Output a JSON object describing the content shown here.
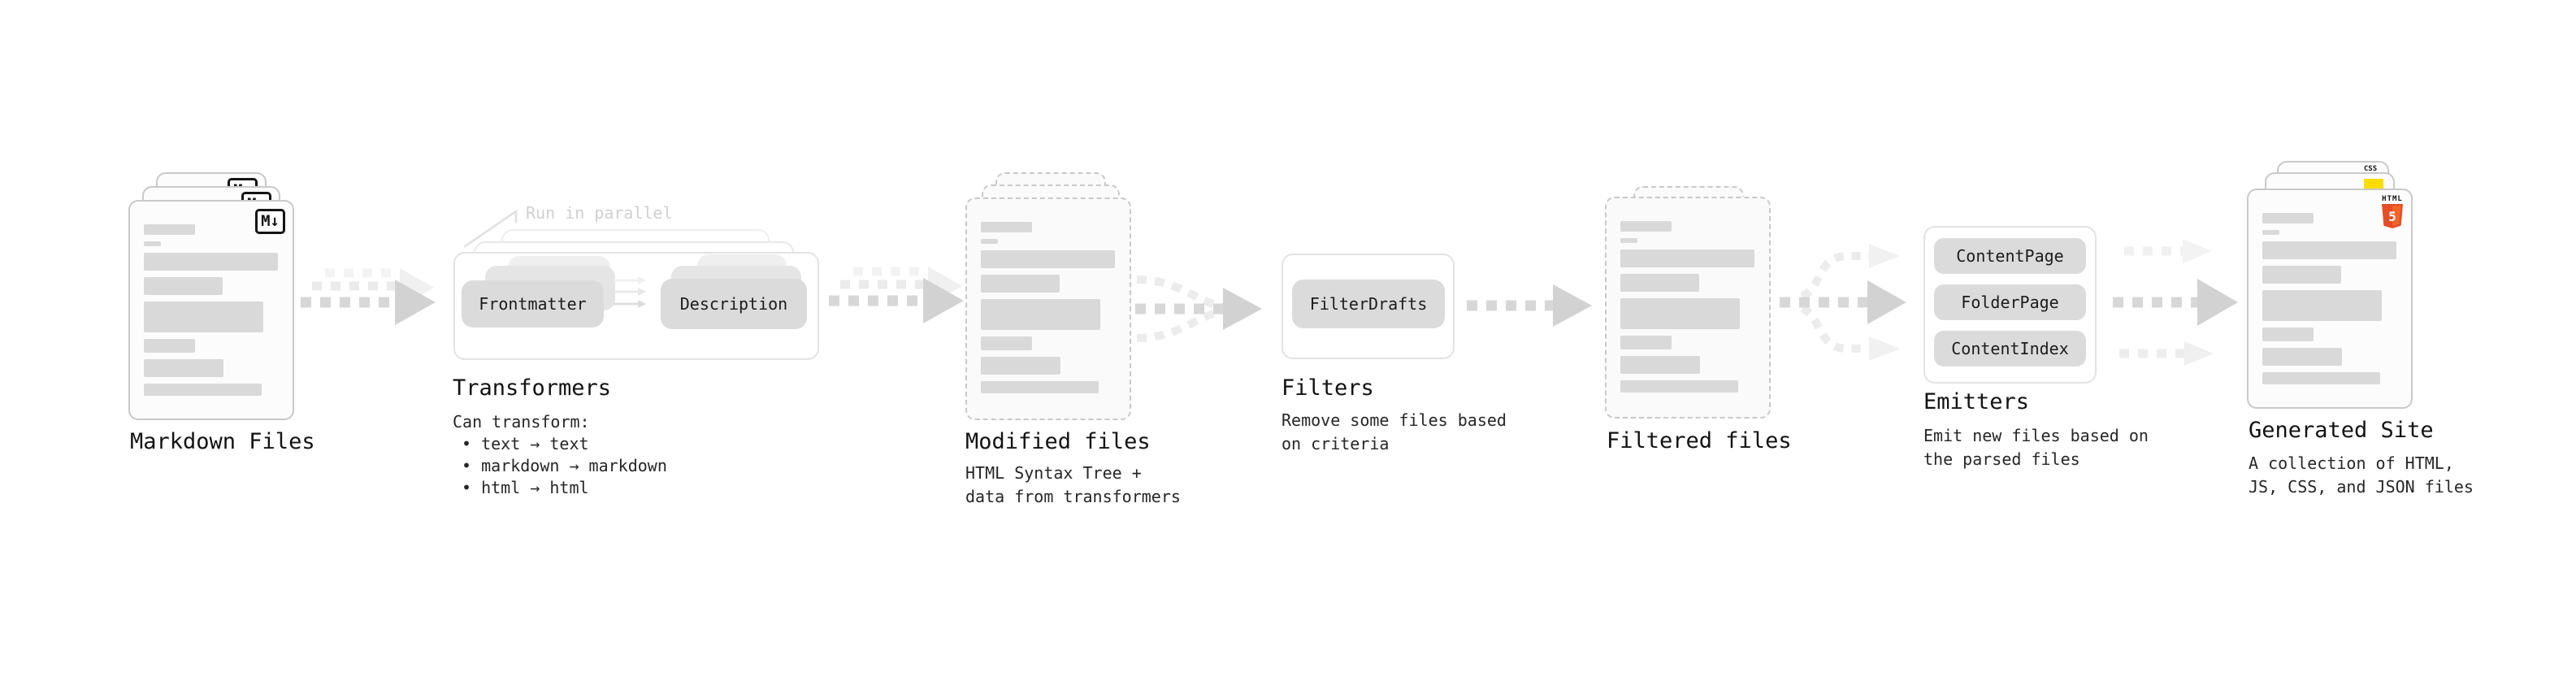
{
  "nodes": {
    "markdown": {
      "label": "Markdown Files",
      "icon": "M↓"
    },
    "transformers": {
      "annotation": "Run in parallel",
      "step_from": "Frontmatter",
      "step_to": "Description",
      "label": "Transformers",
      "desc_title": "Can transform:",
      "bullets": [
        "• text → text",
        "• markdown → markdown",
        "• html → html"
      ]
    },
    "modified": {
      "label": "Modified files",
      "desc": [
        "HTML Syntax Tree +",
        "data from transformers"
      ]
    },
    "filters": {
      "button": "FilterDrafts",
      "label": "Filters",
      "desc": [
        "Remove some files based",
        "on criteria"
      ]
    },
    "filtered": {
      "label": "Filtered files"
    },
    "emitters": {
      "buttons": [
        "ContentPage",
        "FolderPage",
        "ContentIndex"
      ],
      "label": "Emitters",
      "desc": [
        "Emit new files based on",
        "the parsed files"
      ]
    },
    "site": {
      "label": "Generated Site",
      "desc": [
        "A collection of HTML,",
        "JS, CSS, and JSON files"
      ],
      "css_icon": "CSS",
      "html_icon_word": "HTML",
      "html_icon_number": "5"
    }
  },
  "colors": {
    "doc_border": "#c9c9c9",
    "skeleton": "#d9d9d9",
    "card_border": "#e3e3e3",
    "button_fill": "#dbdbdb",
    "arrow_main": "#d7d7d7",
    "arrow_ghost": "#ededed",
    "annotation_text": "#d0d0d0",
    "css_blue": "#2d63f2",
    "js_yellow": "#ffdd00",
    "html_orange": "#e44d26",
    "html_orange_light": "#f16529"
  }
}
